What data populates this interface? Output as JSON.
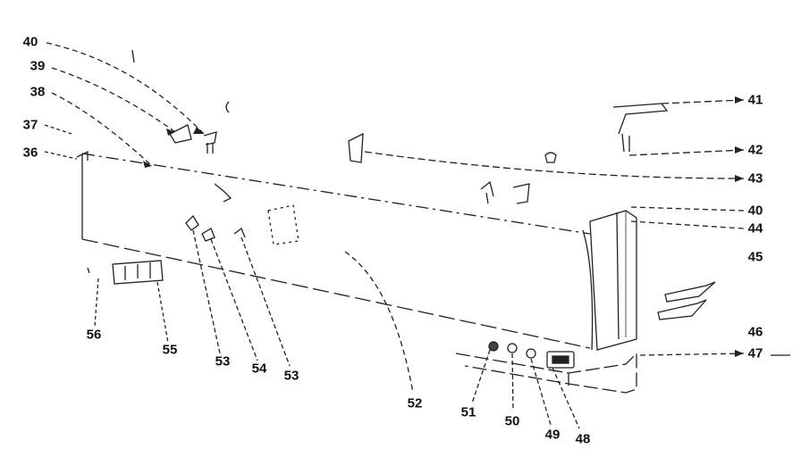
{
  "diagram": {
    "labels": {
      "l40a": "40",
      "l39": "39",
      "l38": "38",
      "l37": "37",
      "l36": "36",
      "l41": "41",
      "l42": "42",
      "l43": "43",
      "l40b": "40",
      "l44": "44",
      "l45": "45",
      "l46": "46",
      "l47": "47",
      "l48": "48",
      "l49": "49",
      "l50": "50",
      "l51": "51",
      "l52": "52",
      "l53a": "53",
      "l54": "54",
      "l53b": "53",
      "l55": "55",
      "l56": "56"
    }
  }
}
